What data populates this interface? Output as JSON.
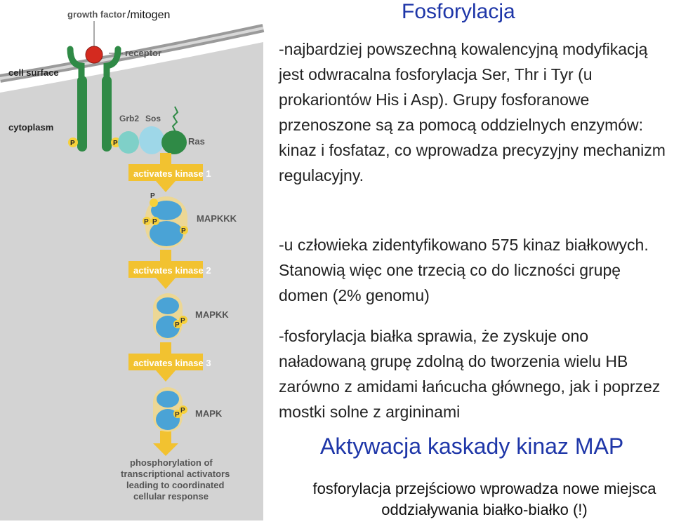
{
  "title": "Fosforylacja",
  "paragraphs": [
    "-najbardziej powszechną kowalencyjną modyfikacją jest odwracalna fosforylacja Ser, Thr i Tyr (u prokariontów His i Asp). Grupy fosforanowe przenoszone są za pomocą oddzielnych enzymów: kinaz i fosfataz, co wprowadza precyzyjny mechanizm regulacyjny.",
    "-u człowieka zidentyfikowano 575 kinaz białkowych. Stanowią więc one trzecią co do liczności grupę domen (2% genomu)",
    "-fosforylacja białka sprawia, że zyskuje ono naładowaną grupę zdolną do tworzenia wielu HB zarówno z amidami łańcucha głównego, jak i poprzez mostki solne z argininami"
  ],
  "subtitle": "Aktywacja kaskady kinaz MAP",
  "footnote": "fosforylacja przejściowo wprowadza nowe miejsca oddziaływania białko-białko (!)",
  "diagram": {
    "growth_factor": "growth factor",
    "mitogen": "/mitogen",
    "receptor": "receptor",
    "cell_surface": "cell surface",
    "cytoplasm": "cytoplasm",
    "grb2": "Grb2",
    "sos": "Sos",
    "ras": "Ras",
    "phospho": "P",
    "activates_kinase_1": "activates kinase 1",
    "activates_kinase_2": "activates kinase 2",
    "activates_kinase_3": "activates kinase 3",
    "mapkkk": "MAPKKK",
    "mapkk": "MAPKK",
    "mapk": "MAPK",
    "response_lines": [
      "phosphorylation of",
      "transcriptional activators",
      "leading to coordinated",
      "cellular response"
    ]
  },
  "colors": {
    "title_blue": "#1e36a8",
    "cytoplasm_gray": "#d3d3d3",
    "receptor_green": "#2f8a46",
    "kinase_blue": "#4aa3d6",
    "arrow_yellow": "#f2c230",
    "phospho_yellow": "#f7d13a",
    "growth_factor_red": "#d42a1f"
  }
}
